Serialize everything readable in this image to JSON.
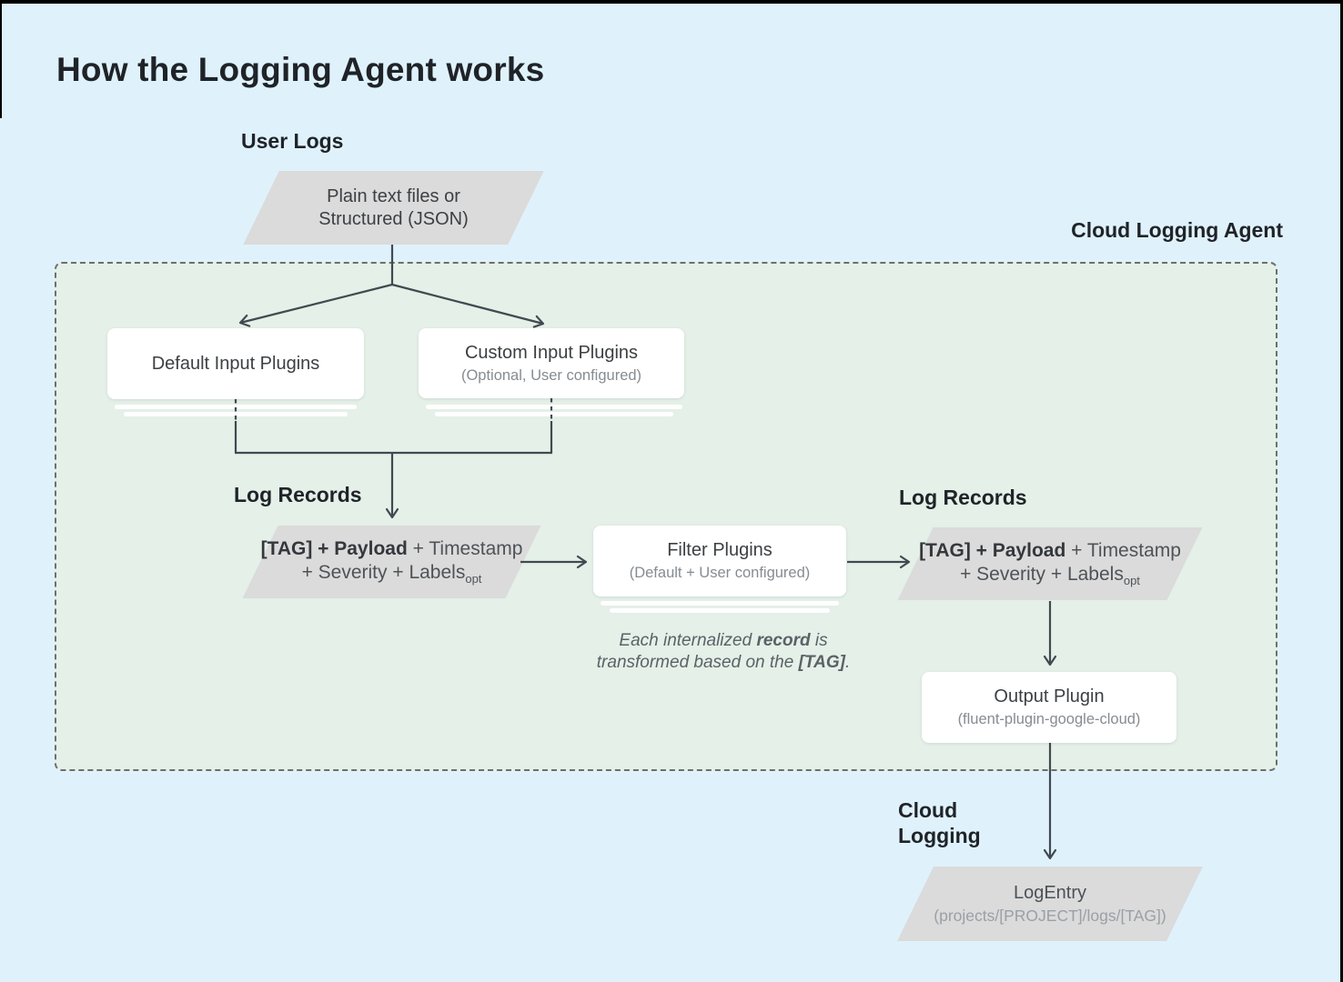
{
  "title": "How the Logging Agent works",
  "labels": {
    "user_logs": "User Logs",
    "agent": "Cloud Logging Agent",
    "log_records_left": "Log Records",
    "log_records_right": "Log Records",
    "cloud_logging_line1": "Cloud",
    "cloud_logging_line2": "Logging"
  },
  "nodes": {
    "user_input": {
      "line1": "Plain text files or",
      "line2": "Structured (JSON)"
    },
    "default_input": {
      "title": "Default Input Plugins"
    },
    "custom_input": {
      "title": "Custom Input Plugins",
      "subtitle": "(Optional, User configured)"
    },
    "log_record_in": {
      "bold": "[TAG] + Payload",
      "regular": " + Timestamp",
      "line2": "+ Severity + Labels",
      "subscript": "opt"
    },
    "filter": {
      "title": "Filter Plugins",
      "subtitle": "(Default + User configured)"
    },
    "log_record_out": {
      "bold": "[TAG] + Payload",
      "regular": " + Timestamp",
      "line2": "+ Severity + Labels",
      "subscript": "opt"
    },
    "output": {
      "title": "Output Plugin",
      "subtitle": "(fluent-plugin-google-cloud)"
    },
    "log_entry": {
      "title": "LogEntry",
      "subtitle": "(projects/[PROJECT]/logs/[TAG])"
    }
  },
  "note": {
    "l1a": "Each internalized ",
    "l1b": "record",
    "l1c": " is",
    "l2a": "transformed based on the ",
    "l2b": "[TAG]",
    "l2c": "."
  },
  "colors": {
    "page_bg": "#dff2fc",
    "agent_bg": "#e4f0e8",
    "agent_border": "#6e6e6e",
    "shape_fill": "#dbdbdb",
    "node_fill": "#ffffff",
    "line": "#424950",
    "text_primary": "#1f2328",
    "text_node": "#3c4043",
    "text_secondary": "#868c91",
    "note_text": "#5c6166"
  }
}
